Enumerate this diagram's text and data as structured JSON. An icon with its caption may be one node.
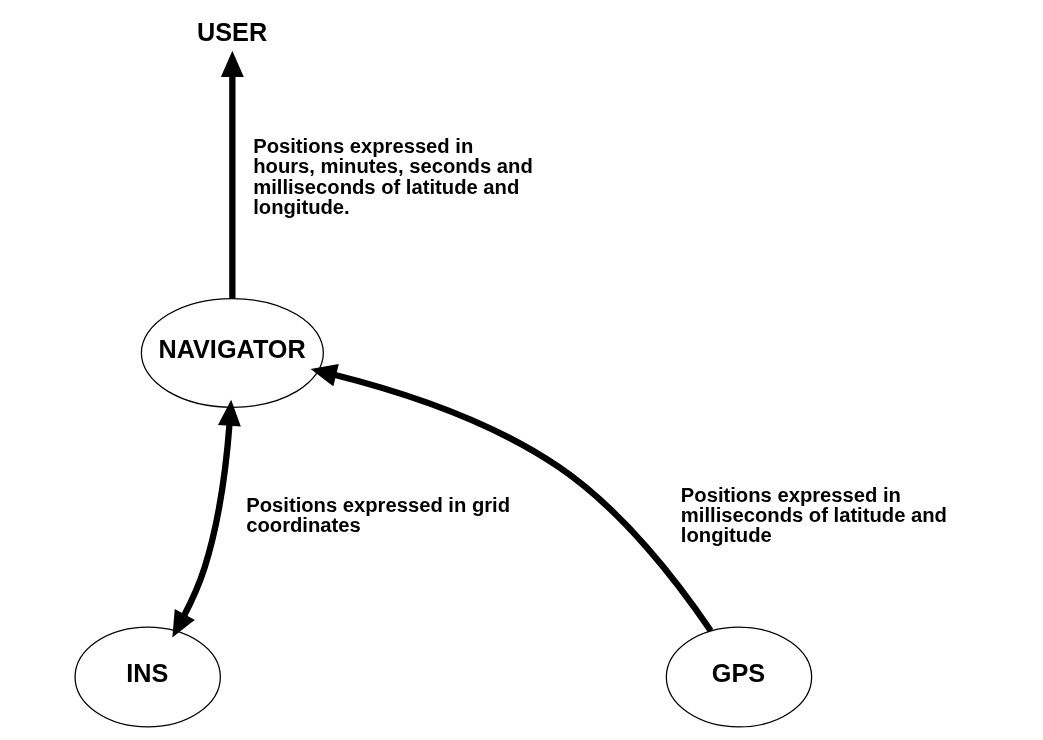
{
  "diagram": {
    "nodes": [
      {
        "text": [
          "USER"
        ]
      },
      {
        "text": [
          "NAVIGATOR"
        ]
      },
      {
        "text": [
          "INS"
        ]
      },
      {
        "text": [
          "GPS"
        ]
      }
    ],
    "edges": [
      {
        "from": 1,
        "to": 0,
        "arrow": "to",
        "label": "Positions expressed in hours, minutes, seconds and milliseconds of latitude and longitude."
      },
      {
        "from": 1,
        "to": 2,
        "arrow": "both",
        "label": "Positions expressed in grid coordinates"
      },
      {
        "from": 3,
        "to": 1,
        "arrow": "to",
        "label": "Positions expressed in milliseconds of latitude and longitude"
      }
    ]
  }
}
